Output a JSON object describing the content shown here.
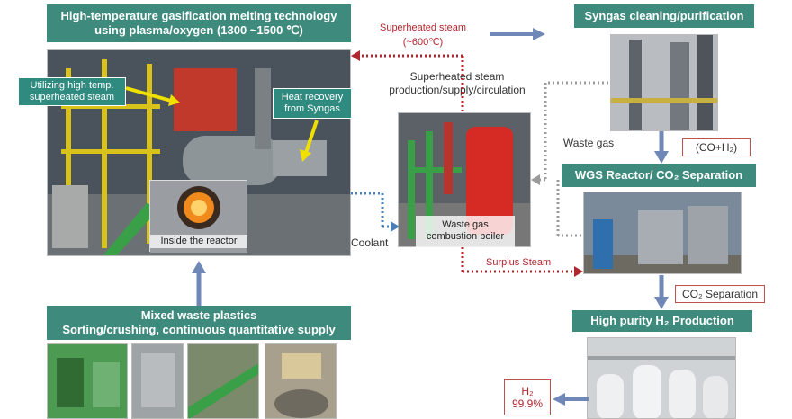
{
  "colors": {
    "banner": "#3e8a7c",
    "arrow": "#7088b8",
    "dotted_red": "#b0272f",
    "dotted_gray": "#9a9a9a"
  },
  "banners": {
    "gasification": "High-temperature gasification melting technology using plasma/oxygen (1300 ~1500 ℃)",
    "syngas": "Syngas cleaning/purification",
    "wgs": "WGS Reactor/ CO₂ Separation",
    "h2": "High purity H₂ Production",
    "plastics_line1": "Mixed waste plastics",
    "plastics_line2": "Sorting/crushing, continuous quantitative supply"
  },
  "callouts": {
    "steam_use": "Utilizing high temp. superheated steam",
    "heat_recovery": "Heat recovery from Syngas",
    "reactor": "Inside the reactor",
    "boiler": "Waste gas combustion boiler"
  },
  "labels": {
    "superheated_steam": "Superheated steam",
    "steam_temp": "(~600℃)",
    "steam_production": "Superheated steam production/supply/circulation",
    "waste_gas": "Waste gas",
    "co_h2": "(CO+H₂)",
    "coolant": "Coolant",
    "surplus_steam": "Surplus Steam",
    "co2_separation": "CO₂ Separation",
    "h2_label": "H₂",
    "h2_purity": "99.9%"
  },
  "icons": [
    "photo-plant",
    "photo-reactor-glow",
    "photo-boiler",
    "photo-purifier",
    "photo-wgs",
    "photo-h2-tanks",
    "photo-plastics"
  ]
}
